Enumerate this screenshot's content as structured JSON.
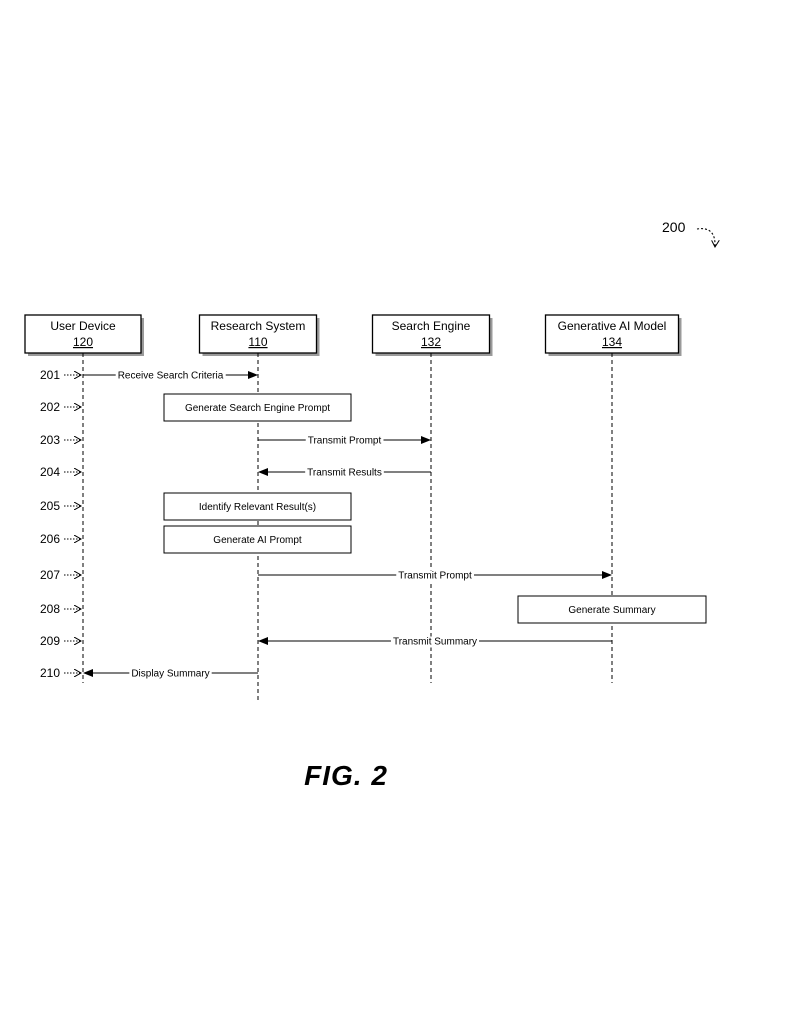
{
  "figure_ref": "200",
  "figure_label": "FIG. 2",
  "colors": {
    "ink": "#000000",
    "shadow": "#9a9a9a",
    "background": "#ffffff"
  },
  "participants": [
    {
      "name": "User Device",
      "ref": "120"
    },
    {
      "name": "Research System",
      "ref": "110"
    },
    {
      "name": "Search Engine",
      "ref": "132"
    },
    {
      "name": "Generative AI Model",
      "ref": "134"
    }
  ],
  "steps": [
    {
      "ref": "201",
      "kind": "message",
      "from": 0,
      "to": 1,
      "label": "Receive Search Criteria"
    },
    {
      "ref": "202",
      "kind": "process",
      "on": 1,
      "label": "Generate Search Engine Prompt"
    },
    {
      "ref": "203",
      "kind": "message",
      "from": 1,
      "to": 2,
      "label": "Transmit Prompt"
    },
    {
      "ref": "204",
      "kind": "message",
      "from": 2,
      "to": 1,
      "label": "Transmit Results"
    },
    {
      "ref": "205",
      "kind": "process",
      "on": 1,
      "label": "Identify Relevant Result(s)"
    },
    {
      "ref": "206",
      "kind": "process",
      "on": 1,
      "label": "Generate AI Prompt"
    },
    {
      "ref": "207",
      "kind": "message",
      "from": 1,
      "to": 3,
      "label": "Transmit Prompt"
    },
    {
      "ref": "208",
      "kind": "process",
      "on": 3,
      "label": "Generate Summary"
    },
    {
      "ref": "209",
      "kind": "message",
      "from": 3,
      "to": 1,
      "label": "Transmit Summary"
    },
    {
      "ref": "210",
      "kind": "message",
      "from": 1,
      "to": 0,
      "label": "Display Summary"
    }
  ]
}
